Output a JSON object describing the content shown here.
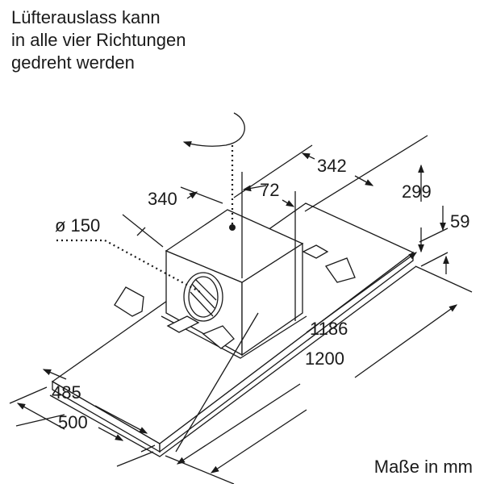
{
  "caption": {
    "lines": [
      "Lüfterauslass kann",
      "in alle vier Richtungen",
      "gedreht werden"
    ]
  },
  "units_label": "Maße in mm",
  "dimensions": {
    "outlet_diameter": "ø 150",
    "box_depth": "340",
    "box_offset": "72",
    "box_width": "342",
    "total_height": "299",
    "panel_height": "59",
    "inner_length": "1186",
    "length": "1200",
    "inner_depth": "485",
    "depth": "500"
  }
}
